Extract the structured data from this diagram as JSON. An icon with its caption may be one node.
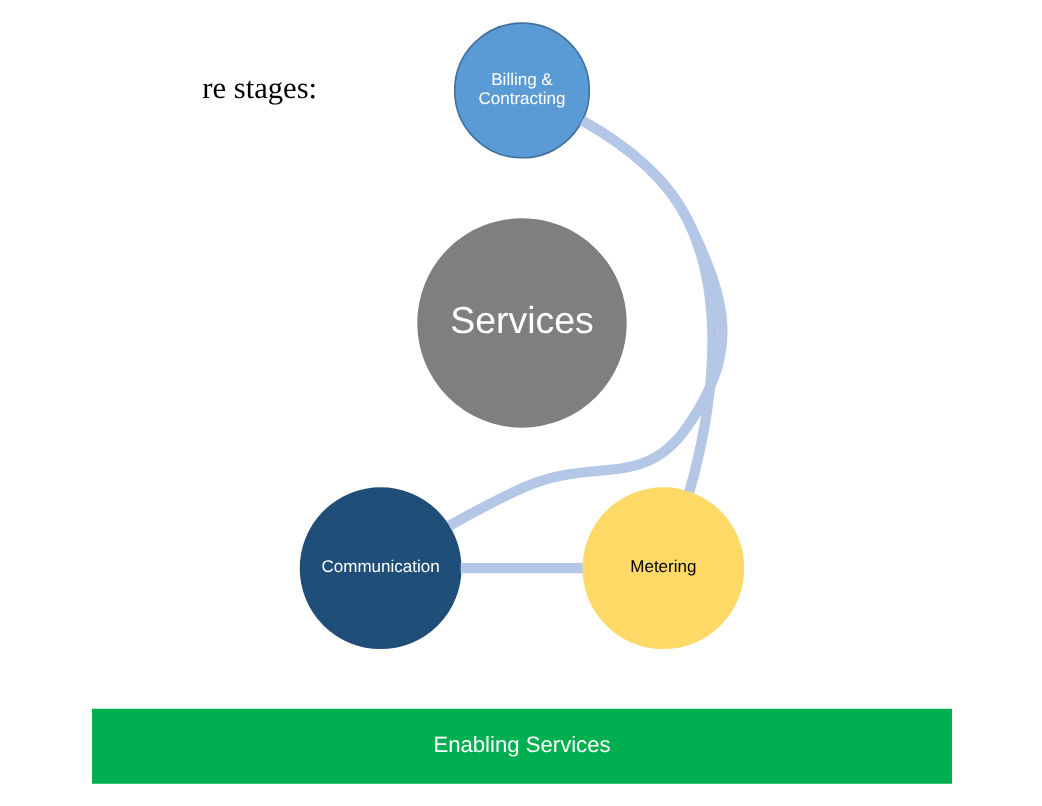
{
  "diagram": {
    "nodes": [
      {
        "text": [
          "Billing & Contracting"
        ]
      },
      {
        "text": [
          "Services"
        ]
      },
      {
        "text": [
          "Communication"
        ]
      },
      {
        "text": [
          "Metering"
        ]
      },
      {
        "text": [
          "Enabling Services"
        ]
      }
    ],
    "edges": [
      {
        "from": 0,
        "to": 3,
        "arrow": "none"
      },
      {
        "from": 3,
        "to": 2,
        "arrow": "none"
      },
      {
        "from": 2,
        "to": 0,
        "arrow": "none"
      }
    ],
    "labels": [
      "re stages:"
    ]
  }
}
